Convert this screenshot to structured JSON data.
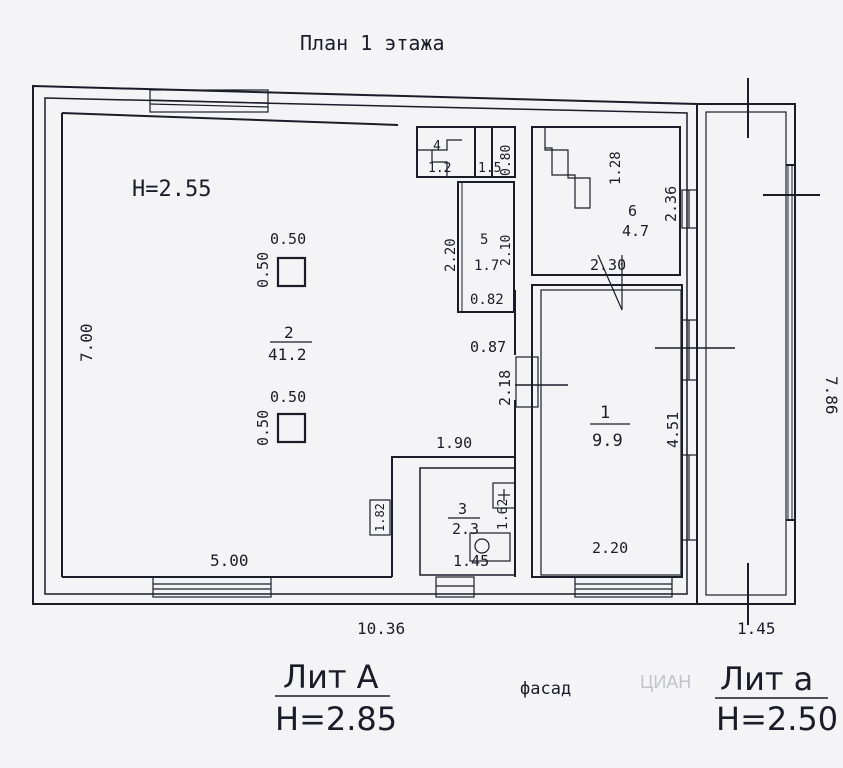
{
  "title": "План 1 этажа",
  "ceiling_height_main_room": "H=2.55",
  "rooms": [
    {
      "number": "1",
      "area": "9.9"
    },
    {
      "number": "2",
      "area": "41.2"
    },
    {
      "number": "3",
      "area": "2.3"
    },
    {
      "number": "4",
      "area": "1.2"
    },
    {
      "number": "5",
      "area": "1.7"
    },
    {
      "number": "6",
      "area": "4.7"
    }
  ],
  "columns": [
    {
      "width": "0.50",
      "depth": "0.50"
    },
    {
      "width": "0.50",
      "depth": "0.50"
    }
  ],
  "dimensions": {
    "total_length": "10.36",
    "total_width_a": "7.86",
    "veranda_width": "1.45",
    "main_room_depth": "7.00",
    "main_room_bottom_wall": "5.00",
    "doorway_room1": "2.18",
    "corridor_width": "0.87",
    "bath_width": "1.90",
    "bath_depth": "1.62",
    "bath_bottom": "1.45",
    "bath_wall": "1.82",
    "room1_depth": "4.51",
    "room1_width": "2.20",
    "room4_width": "1.5",
    "room4_depth": "0.80",
    "room5_height_left": "2.20",
    "room5_height_right": "2.10",
    "room5_width": "0.82",
    "room6_width": "2.30",
    "room6_depth": "2.36",
    "room6_stair": "1.28"
  },
  "legend": {
    "lit_a_label": "Лит А",
    "lit_a_height": "H=2.85",
    "facade": "фасад",
    "lit_a_small_label": "Лит а",
    "lit_a_small_height": "H=2.50"
  },
  "watermark": "ЦИАН"
}
